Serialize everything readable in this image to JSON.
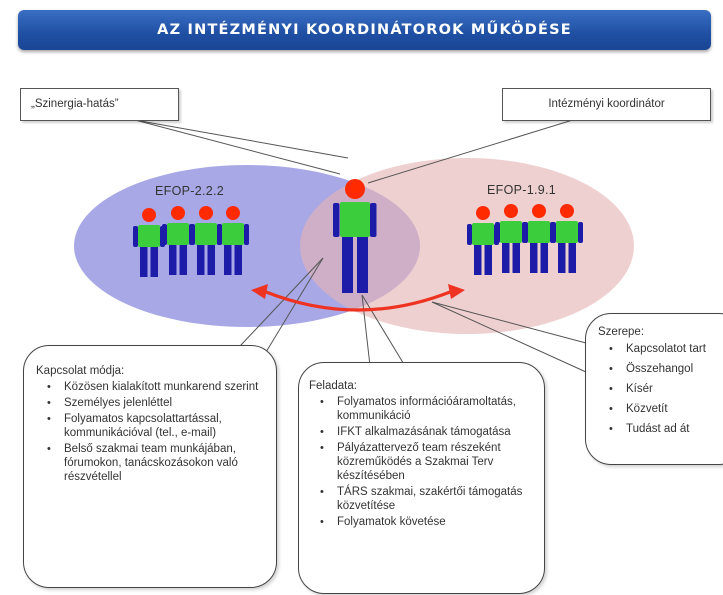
{
  "header": {
    "title": "AZ INTÉZMÉNYI KOORDINÁTOROK MŰKÖDÉSE"
  },
  "labels": {
    "synergy": "„Szinergia-hatás”",
    "coordinator": "Intézményi koordinátor"
  },
  "programs": {
    "left": "EFOP-2.2.2",
    "right": "EFOP-1.9.1"
  },
  "colors": {
    "banner": "#1f4fa3",
    "left_ellipse": "#8f8fe0",
    "right_ellipse": "#e5b3b3",
    "person_head": "#ff2a00",
    "person_torso": "#3ccd3c",
    "person_legs": "#1c1ca8",
    "arrow": "#ee3322"
  },
  "contact": {
    "title": "Kapcsolat módja:",
    "items": [
      "Közösen kialakított munkarend szerint",
      "Személyes jelenléttel",
      "Folyamatos kapcsolattartással, kommunikációval (tel., e-mail)",
      "Belső szakmai team munkájában, fórumokon, tanácskozásokon való részvétellel"
    ]
  },
  "tasks": {
    "title": "Feladata:",
    "items": [
      "Folyamatos információáramoltatás, kommunikáció",
      "IFKT alkalmazásának támogatása",
      "Pályázattervező team részeként közreműködés a Szakmai Terv készítésében",
      "TÁRS szakmai, szakértői támogatás közvetítése",
      "Folyamatok követése"
    ]
  },
  "role": {
    "title": "Szerepe:",
    "items": [
      "Kapcsolatot tart",
      "Összehangol",
      "Kísér",
      "Közvetít",
      "Tudást ad át"
    ]
  }
}
